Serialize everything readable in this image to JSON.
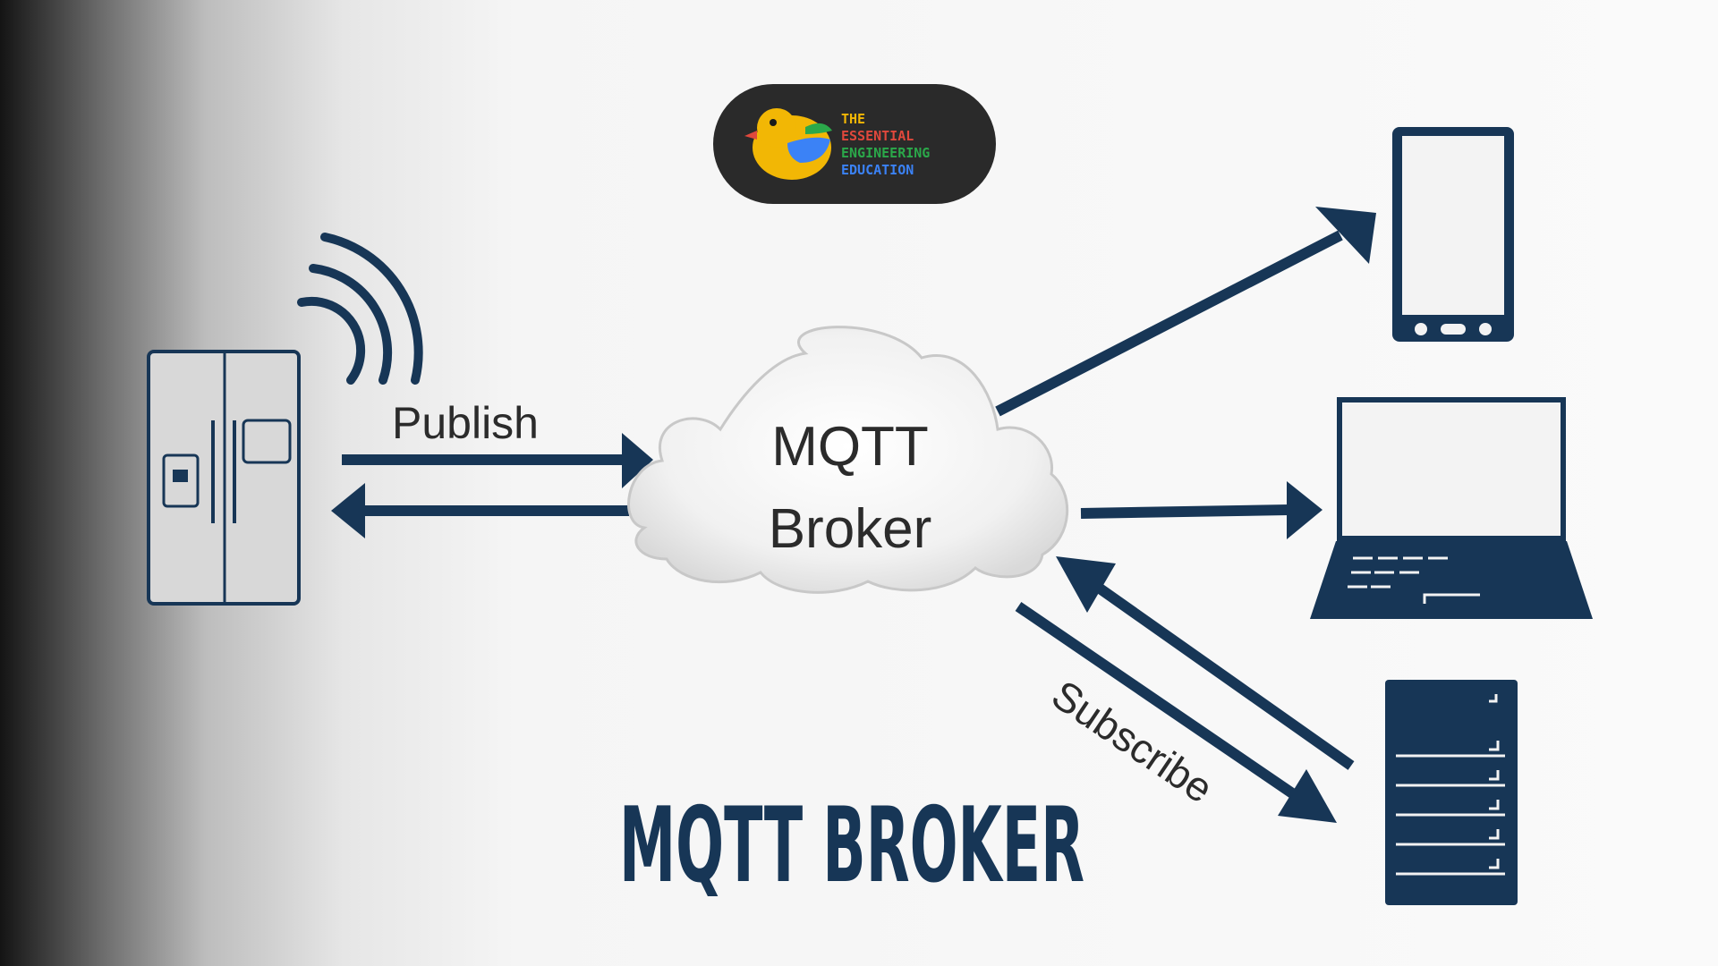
{
  "logo": {
    "lines": [
      "THE",
      "ESSENTIAL",
      "ENGINEERING",
      "EDUCATION"
    ],
    "colors": [
      "#f2b705",
      "#e0483c",
      "#2ba84a",
      "#3b82f6"
    ],
    "badge_color": "#2a2a2a"
  },
  "diagram": {
    "broker_label_line1": "MQTT",
    "broker_label_line2": "Broker",
    "publish_label": "Publish",
    "subscribe_label": "Subscribe",
    "icons": [
      "refrigerator-icon",
      "wifi-signal-icon",
      "smartphone-icon",
      "laptop-icon",
      "server-rack-icon",
      "cloud-icon"
    ],
    "accent_color": "#173656"
  },
  "title": "MQTT BROKER"
}
